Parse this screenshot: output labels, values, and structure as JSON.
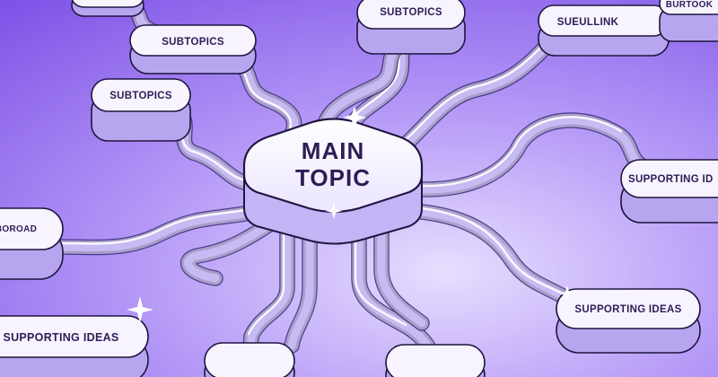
{
  "diagram": {
    "main_topic": {
      "line1": "MAIN",
      "line2": "TOPIC"
    },
    "nodes": {
      "top_left_partial": "",
      "subtopic_a": "SUBTOPICS",
      "subtopic_b": "SUBTOPICS",
      "subtopic_top": "SUBTOPICS",
      "top_right_a": "SUEULLINK",
      "top_right_b": "BURTOOK",
      "left_mid": "BOROAD",
      "right_supporting": "SUPPORTING ID",
      "supporting_right_bottom": "SUPPORTING IDEAS",
      "supporting_left_bottom": "SUPPORTING IDEAS",
      "bottom_left": "",
      "bottom_right": ""
    },
    "colors": {
      "background_start": "#8f66ee",
      "background_end": "#ded4ff",
      "node_top": "#f7f4ff",
      "node_side": "#b7a6ef",
      "outline": "#1f1540"
    }
  }
}
